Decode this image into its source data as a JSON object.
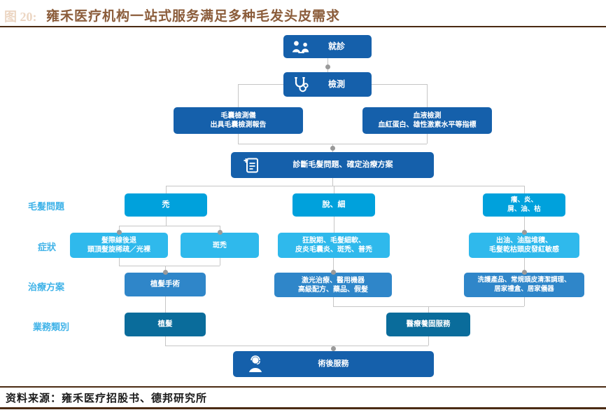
{
  "header": {
    "figure_label": "图 20:",
    "title": "雍禾医疗机构一站式服务满足多种毛发头皮需求"
  },
  "colors": {
    "title_brown": "#8b5c3a",
    "rule_dark_brown": "#4a2a12",
    "node_navy": "#1560ab",
    "node_cyan": "#00a1dc",
    "node_light_cyan": "#2fb9ec",
    "node_mid_blue": "#2f86c9",
    "node_teal": "#0a6c9b",
    "row_label_blue": "#40b3e8",
    "connector_gray": "#c6c6c6",
    "junction_dot_gray": "#9a9a9a"
  },
  "icons": {
    "visit": "consultation-icon",
    "test": "stethoscope-icon",
    "diagnosis": "report-document-icon",
    "post_op": "service-agent-icon"
  },
  "flow": {
    "visit": "就診",
    "test": "檢測",
    "follicle": {
      "line1": "毛囊檢測儀",
      "line2": "出具毛囊檢測報告"
    },
    "blood": {
      "line1": "血液檢測",
      "line2": "血紅蛋白、雄性激素水平等指標"
    },
    "diagnosis": "診斷毛髮問題、確定治療方案",
    "row_labels": {
      "problems": "毛髮問題",
      "symptoms": "症狀",
      "treatments": "治療方案",
      "business": "業務類別"
    },
    "problems": {
      "bald": "禿",
      "shed": "脫、細",
      "itchy": {
        "line1": "癢、炎、",
        "line2": "屑、油、枯"
      }
    },
    "symptoms": {
      "hairline": {
        "line1": "髮際線後退",
        "line2": "頭頂髮旋稀疏／光裸"
      },
      "patchy": "斑禿",
      "shedding": {
        "line1": "狂脫期、毛髮細軟、",
        "line2": "皮炎毛囊炎、斑禿、普禿"
      },
      "oily": {
        "line1": "出油、油脂堆積、",
        "line2": "毛髮乾枯頭皮發紅敏感"
      }
    },
    "treatments": {
      "surgery": "植髮手術",
      "laser": {
        "line1": "激光治療、醫用機器",
        "line2": "高級配方、藥品、假髮"
      },
      "care": {
        "line1": "洗護產品、常規頭皮清潔調理、",
        "line2": "居家禮盒、居家儀器"
      }
    },
    "business": {
      "transplant": "植髮",
      "medical_care": "醫療養固服務"
    },
    "post_op": "術後服務"
  },
  "footer": {
    "source": "资料来源：雍禾医疗招股书、德邦研究所"
  }
}
